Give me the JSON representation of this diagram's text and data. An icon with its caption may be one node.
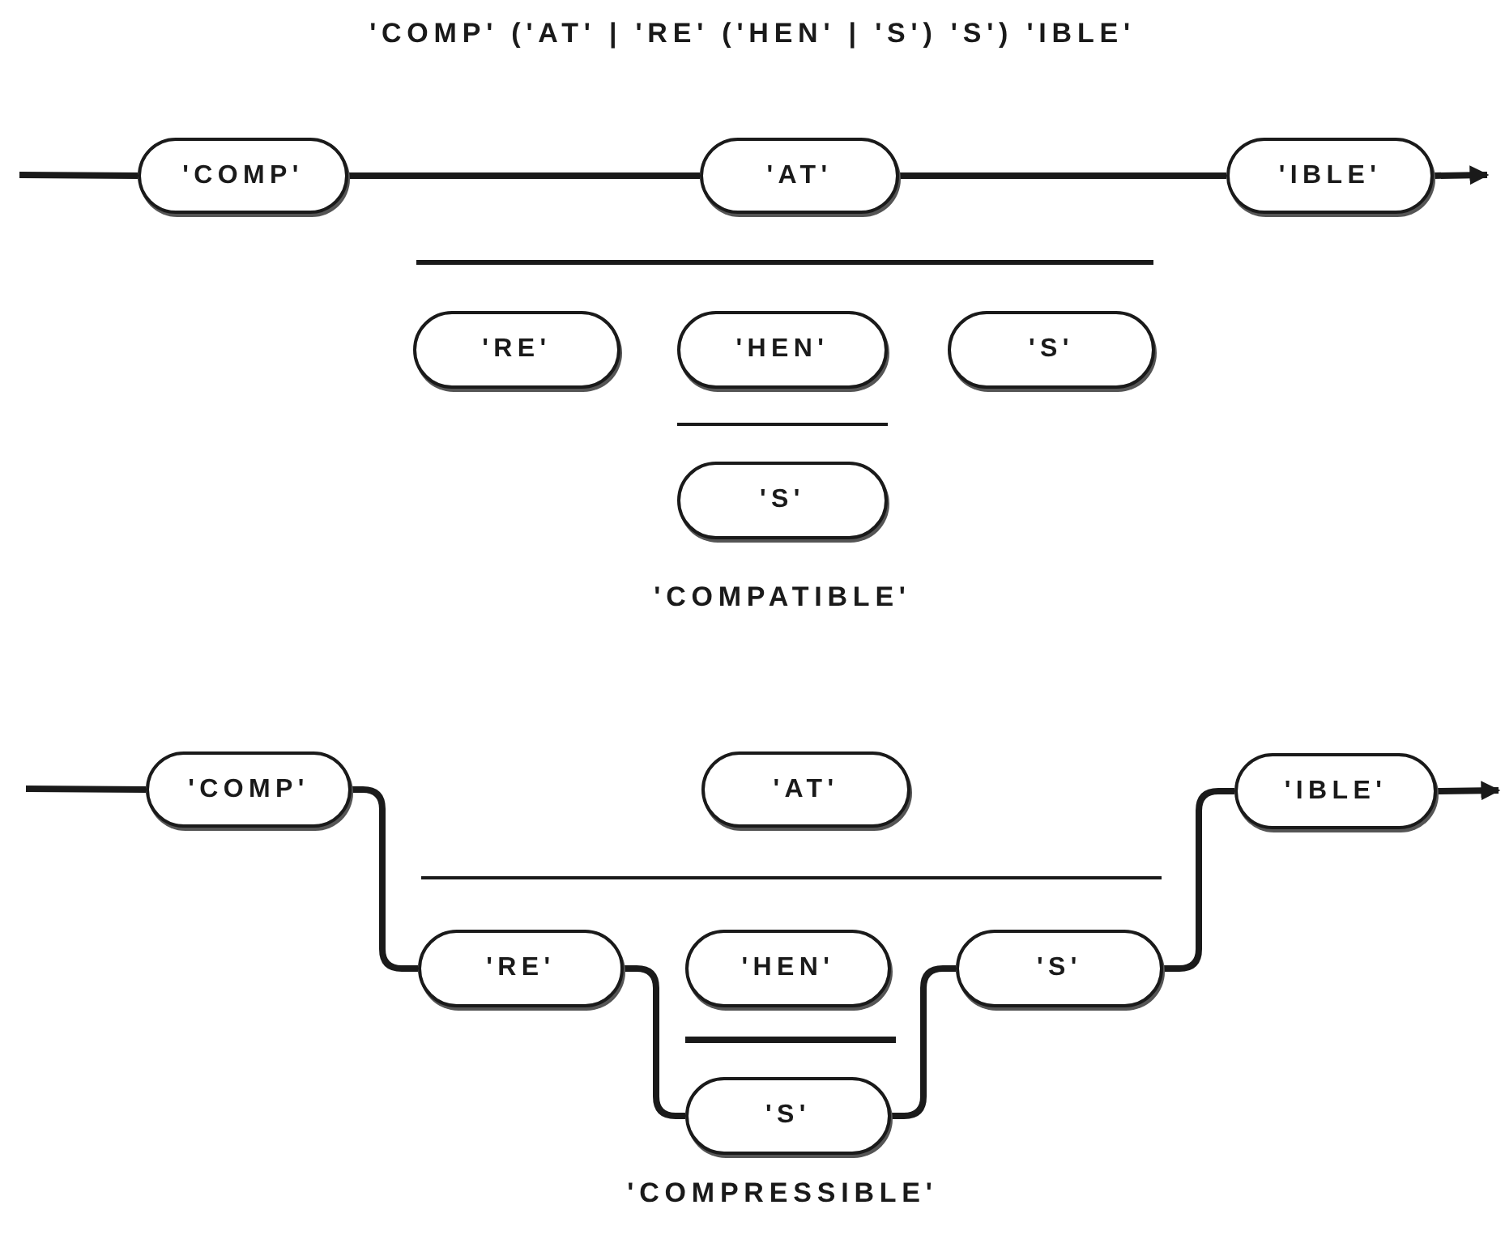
{
  "diagram": {
    "title": "'COMP' ('AT' | 'RE' ('HEN' | 'S') 'S') 'IBLE'",
    "nodes": [
      {
        "text": [
          "'COMP'"
        ]
      },
      {
        "text": [
          "'AT'"
        ]
      },
      {
        "text": [
          "'IBLE'"
        ]
      },
      {
        "text": [
          "'RE'"
        ]
      },
      {
        "text": [
          "'HEN'"
        ]
      },
      {
        "text": [
          "'S'"
        ]
      },
      {
        "text": [
          "'S'"
        ]
      },
      {
        "text": [
          "'COMP'"
        ]
      },
      {
        "text": [
          "'AT'"
        ]
      },
      {
        "text": [
          "'IBLE'"
        ]
      },
      {
        "text": [
          "'RE'"
        ]
      },
      {
        "text": [
          "'HEN'"
        ]
      },
      {
        "text": [
          "'S'"
        ]
      },
      {
        "text": [
          "'S'"
        ]
      }
    ],
    "edges": [
      {
        "from": null,
        "to": 0,
        "arrow": "none"
      },
      {
        "from": 0,
        "to": 1,
        "arrow": "none"
      },
      {
        "from": 1,
        "to": 2,
        "arrow": "none"
      },
      {
        "from": 2,
        "to": null,
        "arrow": "to"
      },
      {
        "from": null,
        "to": 7,
        "arrow": "none"
      },
      {
        "from": 7,
        "to": 10,
        "arrow": "none"
      },
      {
        "from": 10,
        "to": 13,
        "arrow": "none"
      },
      {
        "from": 13,
        "to": 12,
        "arrow": "none"
      },
      {
        "from": 12,
        "to": 9,
        "arrow": "none"
      },
      {
        "from": 9,
        "to": null,
        "arrow": "to"
      }
    ],
    "labels": [
      "'COMPATIBLE'",
      "'COMPRESSIBLE'"
    ]
  }
}
